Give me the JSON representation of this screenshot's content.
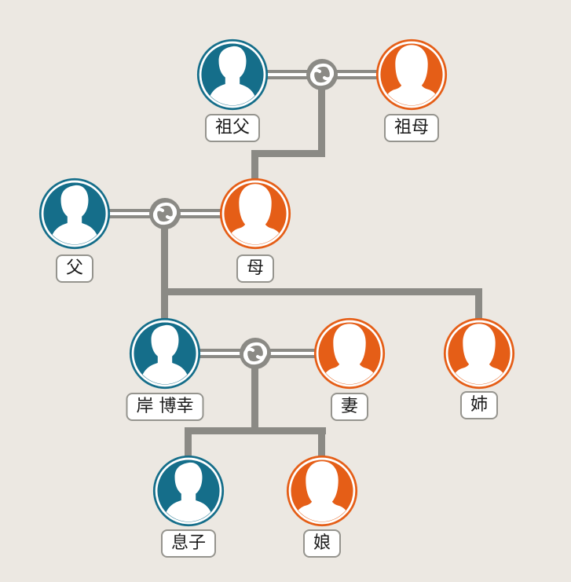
{
  "diagram_type": "family-tree",
  "colors": {
    "background": "#ECE8E2",
    "male_node": "#156E8A",
    "female_node": "#E55E17",
    "connector_line": "#8B8A85",
    "marriage_knot": "#8B8A85",
    "label_background": "#FFFFFF",
    "label_border": "#95948E",
    "label_text": "#1A1A1A",
    "silhouette": "#FFFFFF"
  },
  "people": {
    "grandfather": {
      "label": "祖父",
      "gender": "male"
    },
    "grandmother": {
      "label": "祖母",
      "gender": "female"
    },
    "father": {
      "label": "父",
      "gender": "male"
    },
    "mother": {
      "label": "母",
      "gender": "female"
    },
    "self": {
      "label": "岸 博幸",
      "gender": "male"
    },
    "wife": {
      "label": "妻",
      "gender": "female"
    },
    "sister": {
      "label": "姉",
      "gender": "female"
    },
    "son": {
      "label": "息子",
      "gender": "male"
    },
    "daughter": {
      "label": "娘",
      "gender": "female"
    }
  },
  "relationships": {
    "marriages": [
      [
        "grandfather",
        "grandmother"
      ],
      [
        "father",
        "mother"
      ],
      [
        "self",
        "wife"
      ]
    ],
    "parent_child": [
      {
        "parents": [
          "grandfather",
          "grandmother"
        ],
        "children": [
          "mother"
        ]
      },
      {
        "parents": [
          "father",
          "mother"
        ],
        "children": [
          "self",
          "sister"
        ]
      },
      {
        "parents": [
          "self",
          "wife"
        ],
        "children": [
          "son",
          "daughter"
        ]
      }
    ]
  },
  "icons": {
    "marriage_knot": "swirl-knot-icon",
    "male": "male-silhouette-icon",
    "female": "female-silhouette-icon"
  }
}
